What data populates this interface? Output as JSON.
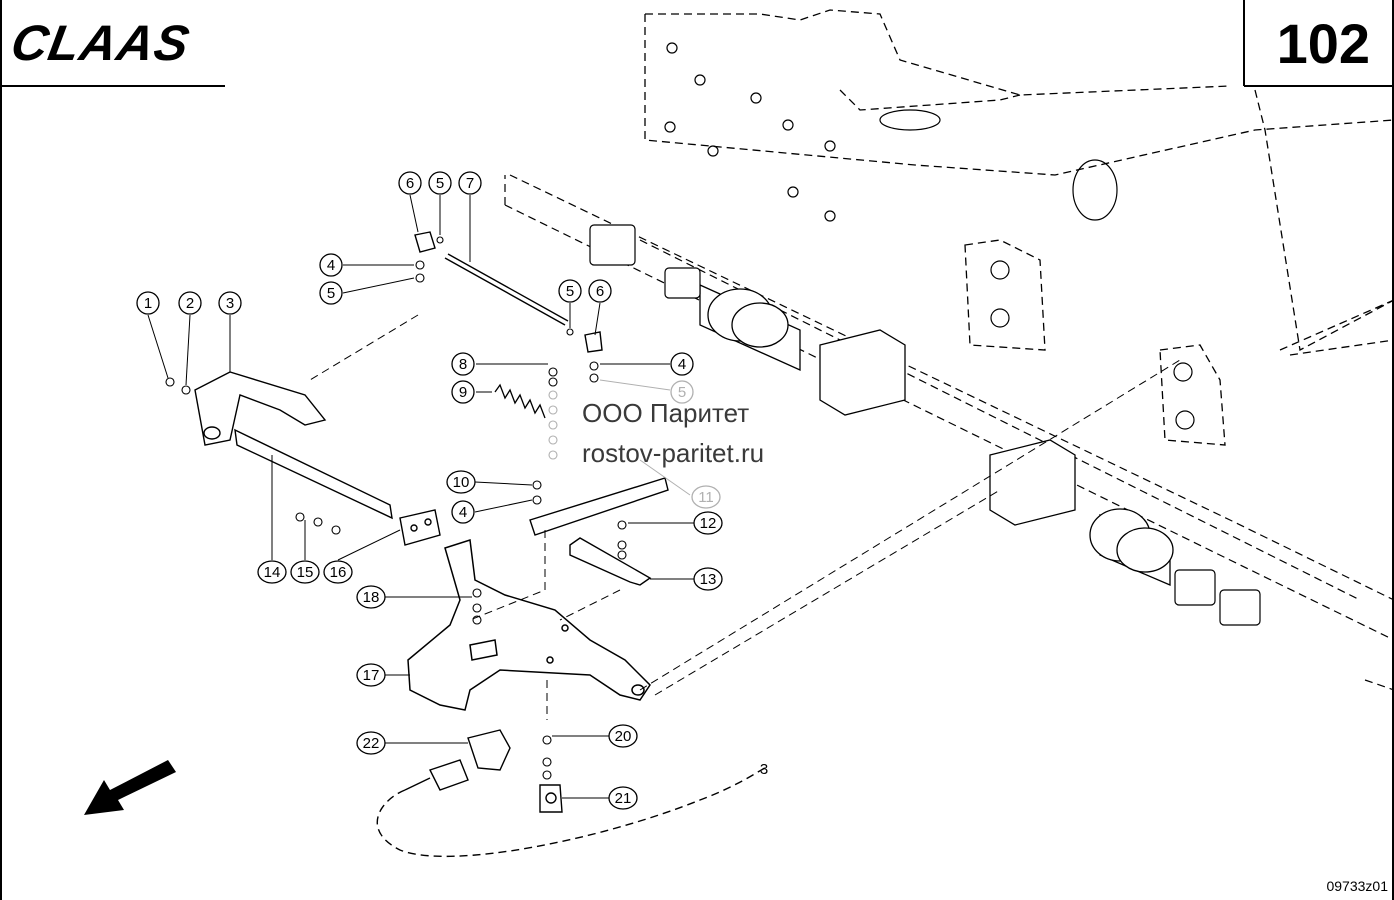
{
  "header": {
    "brand": "CLAAS",
    "page_number": "102"
  },
  "watermark": {
    "company": "ООО Паритет",
    "website": "rostov-paritet.ru"
  },
  "drawing_code": "09733z01",
  "callouts": [
    "1",
    "2",
    "3",
    "4",
    "4",
    "4",
    "5",
    "5",
    "5",
    "6",
    "6",
    "7",
    "8",
    "9",
    "10",
    "11",
    "12",
    "13",
    "14",
    "15",
    "16",
    "17",
    "18",
    "20",
    "21",
    "22"
  ],
  "annotations": {
    "cable_end_label": "3"
  }
}
